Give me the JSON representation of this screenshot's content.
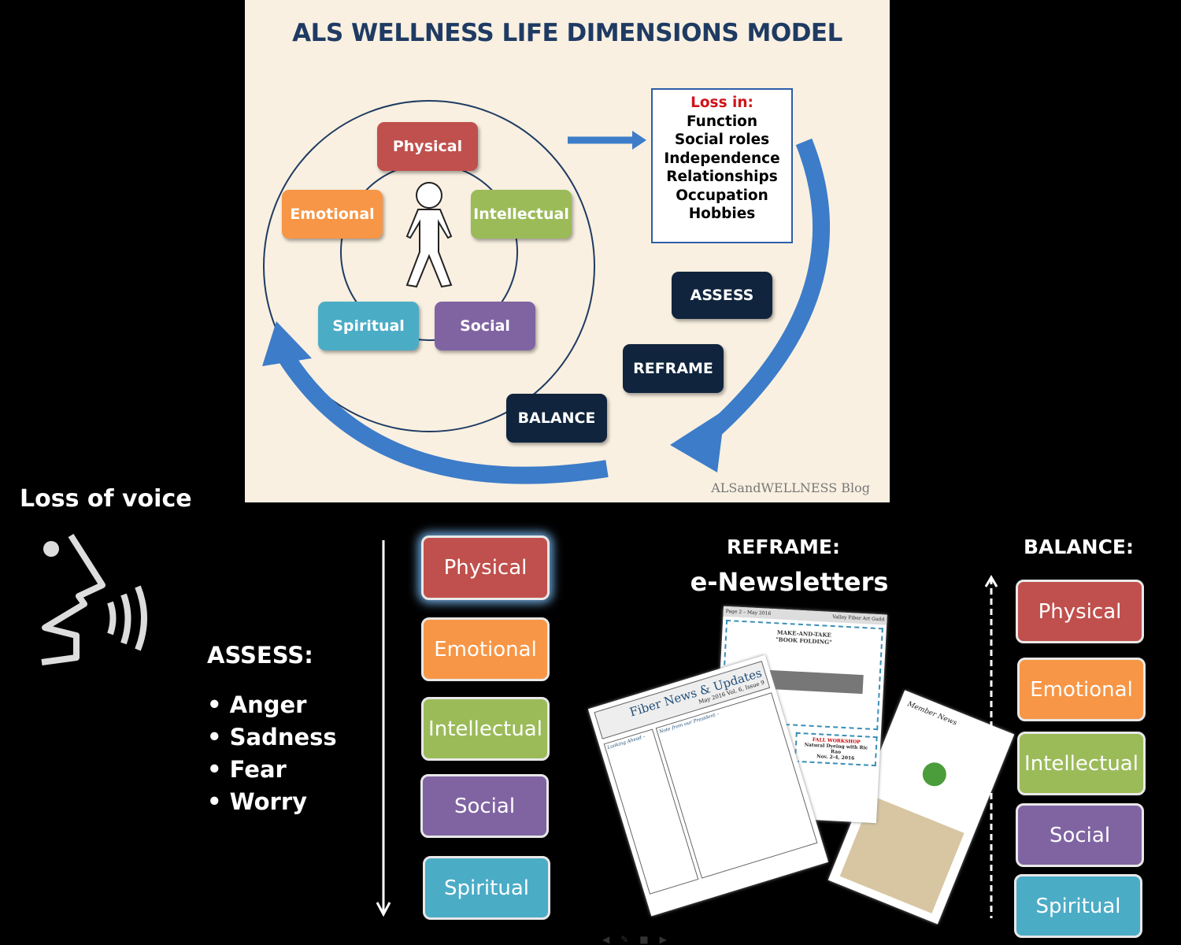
{
  "diagram": {
    "title": "ALS WELLNESS LIFE DIMENSIONS MODEL",
    "dimensions": {
      "physical": "Physical",
      "emotional": "Emotional",
      "intellectual": "Intellectual",
      "spiritual": "Spiritual",
      "social": "Social"
    },
    "loss": {
      "heading": "Loss in:",
      "items": [
        "Function",
        "Social roles",
        "Independence",
        "Relationships",
        "Occupation",
        "Hobbies"
      ]
    },
    "steps": {
      "assess": "ASSESS",
      "reframe": "REFRAME",
      "balance": "BALANCE"
    },
    "credit": "ALSandWELLNESS Blog",
    "colors": {
      "physical": "#c0504d",
      "emotional": "#f79646",
      "intellectual": "#9bbb59",
      "social": "#8064a2",
      "spiritual": "#4bacc6",
      "arrow": "#3d7cc9",
      "navy": "#10243d"
    }
  },
  "loss_of_voice": {
    "label": "Loss of voice",
    "icon": "speaking-head-icon"
  },
  "assess": {
    "heading": "ASSESS:",
    "items": [
      "Anger",
      "Sadness",
      "Fear",
      "Worry"
    ],
    "column": [
      "Physical",
      "Emotional",
      "Intellectual",
      "Social",
      "Spiritual"
    ]
  },
  "reframe": {
    "heading": "REFRAME:",
    "subheading": "e-Newsletters",
    "newsletters": {
      "title": "Fiber News & Updates",
      "issue": "May 2016   Vol. 6, Issue 9",
      "page2_header": "Page 2 – May 2016",
      "guild": "Valley Fiber Art Guild",
      "make_take": "MAKE-AND-TAKE \"BOOK FOLDING\"",
      "workshop": "FALL WORKSHOP",
      "workshop_title": "Natural Dyeing with Ric Rao",
      "workshop_date": "Nov. 2-4, 2016",
      "looking_ahead": "Looking Ahead –",
      "president": "Note from our President –",
      "member_news": "Member News"
    }
  },
  "balance": {
    "heading": "BALANCE:",
    "column": [
      "Physical",
      "Emotional",
      "Intellectual",
      "Social",
      "Spiritual"
    ]
  },
  "slide_nav": [
    "prev-icon",
    "pen-icon",
    "menu-icon",
    "next-icon"
  ]
}
